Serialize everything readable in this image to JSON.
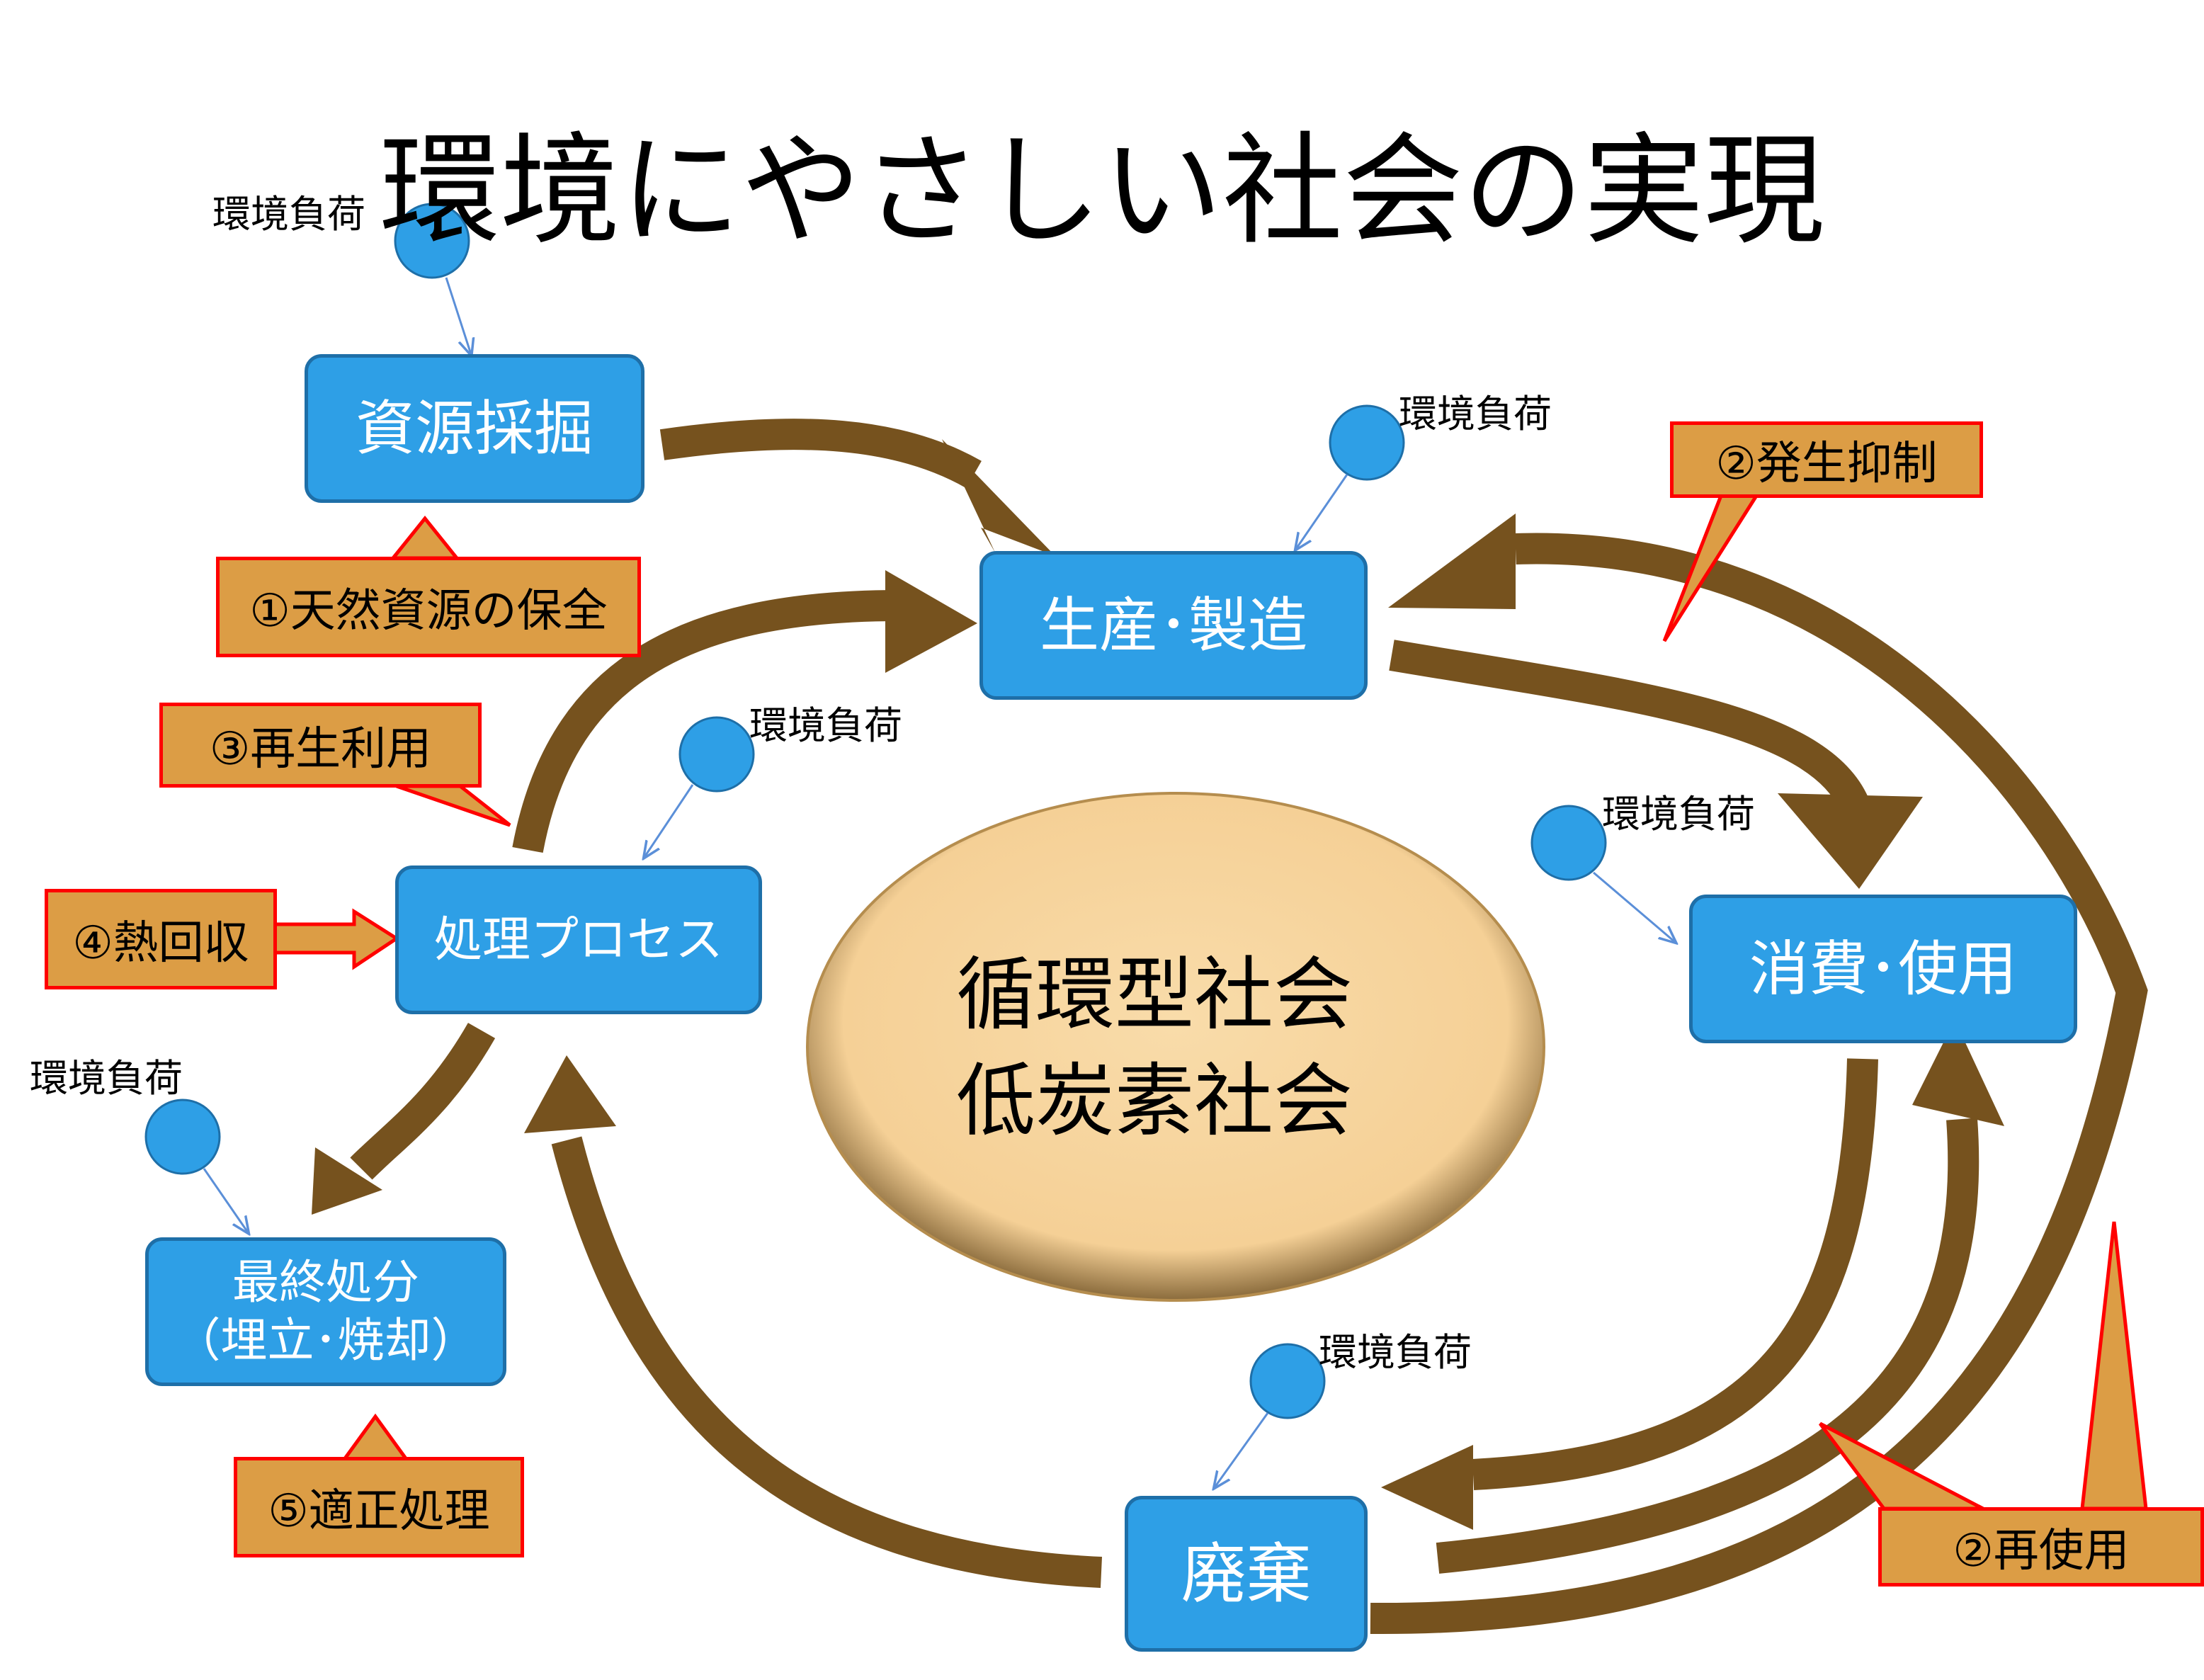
{
  "title": "環境にやさしい社会の実現",
  "center": {
    "line1": "循環型社会",
    "line2": "低炭素社会"
  },
  "boxes": {
    "extraction": "資源採掘",
    "production": "生産･製造",
    "consumption": "消費･使用",
    "disposal": "廃棄",
    "processing": "処理プロセス",
    "final_line1": "最終処分",
    "final_line2": "（埋立･焼却）"
  },
  "callouts": {
    "conservation": "①天然資源の保全",
    "reduce": "②発生抑制",
    "reuse": "②再使用",
    "recycle": "③再生利用",
    "heat_recovery": "④熱回収",
    "proper_disposal": "⑤適正処理"
  },
  "environmental_load_label": "環境負荷",
  "colors": {
    "box": "#2e9fe6",
    "arrow": "#76521e",
    "callout": "#dc9d45",
    "center": "#f5d096"
  }
}
